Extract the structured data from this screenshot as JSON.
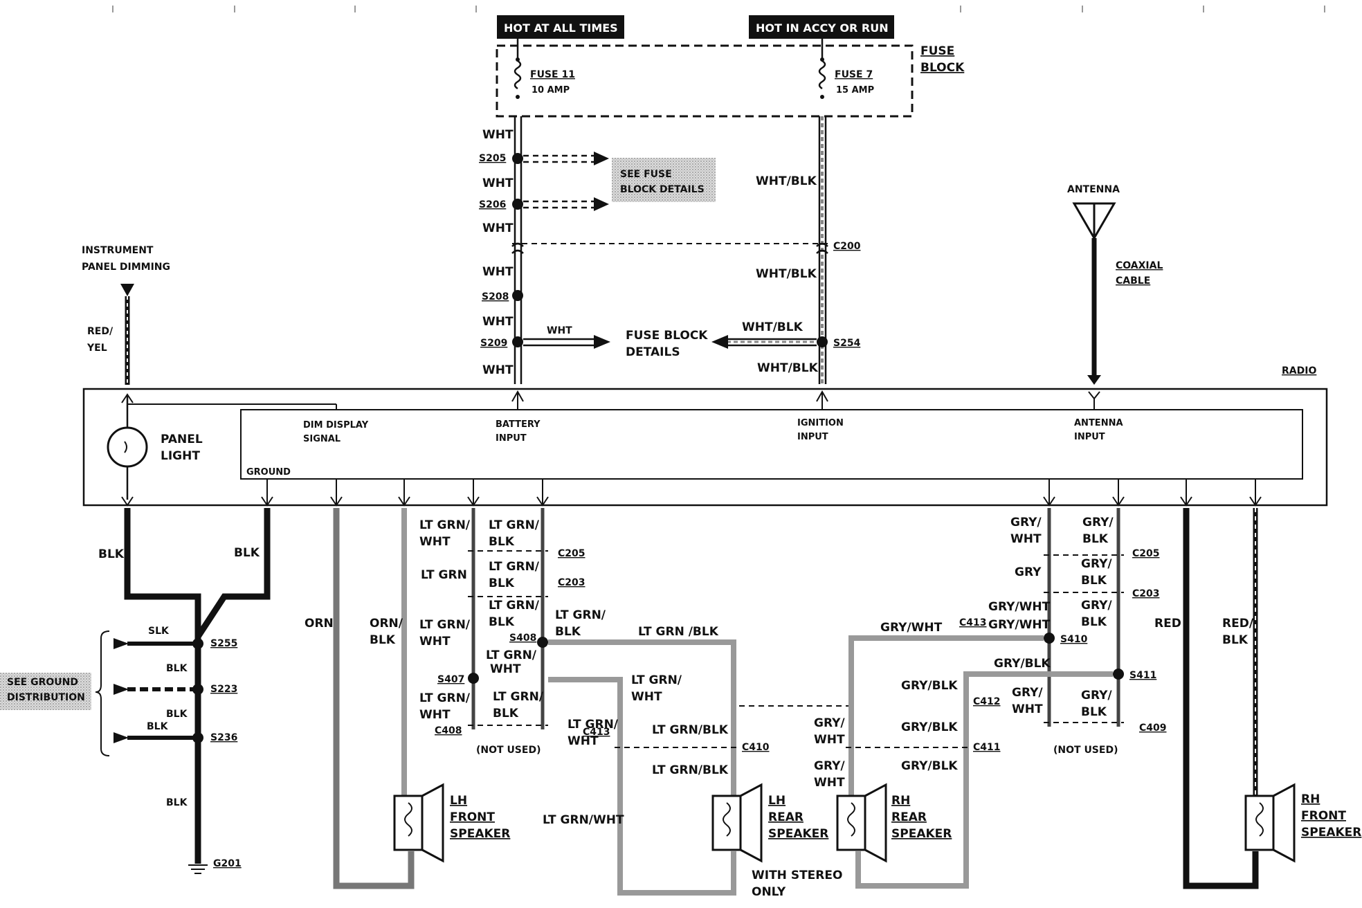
{
  "headers": {
    "hot_all_times": "HOT AT ALL TIMES",
    "hot_accy_run": "HOT IN ACCY OR RUN"
  },
  "fuse_block": {
    "label_line1": "FUSE",
    "label_line2": "BLOCK",
    "fuse11_name": "FUSE 11",
    "fuse11_rating": "10 AMP",
    "fuse7_name": "FUSE 7",
    "fuse7_rating": "15 AMP"
  },
  "see_fuse_block_details": {
    "line1": "SEE FUSE",
    "line2": "BLOCK DETAILS"
  },
  "fuse_block_details": {
    "line1": "FUSE BLOCK",
    "line2": "DETAILS"
  },
  "antenna": {
    "label": "ANTENNA",
    "cable_line1": "COAXIAL",
    "cable_line2": "CABLE"
  },
  "dimming": {
    "line1": "INSTRUMENT",
    "line2": "PANEL DIMMING",
    "wire1": "RED/",
    "wire2": "YEL"
  },
  "radio": {
    "label": "RADIO",
    "panel_light1": "PANEL",
    "panel_light2": "LIGHT",
    "ground": "GROUND",
    "dim1": "DIM DISPLAY",
    "dim2": "SIGNAL",
    "bat1": "BATTERY",
    "bat2": "INPUT",
    "ign1": "IGNITION",
    "ign2": "INPUT",
    "ant1": "ANTENNA",
    "ant2": "INPUT"
  },
  "wires": {
    "wht": "WHT",
    "wht_blk": "WHT/BLK",
    "blk": "BLK",
    "orn": "ORN",
    "orn_blk1": "ORN/",
    "orn_blk2": "BLK",
    "lt_grn": "LT GRN",
    "lt_grn_slash": "LT GRN/",
    "lt_grn_blk": "LT GRN/BLK",
    "lt_grn_blk_spaced": "LT GRN /BLK",
    "lt_grn_wht": "LT GRN/WHT",
    "gry": "GRY",
    "gry_slash": "GRY/",
    "gry_wht": "GRY/WHT",
    "gry_blk": "GRY/BLK",
    "red": "RED",
    "red_slash": "RED/",
    "wht_frag": "WHT",
    "blk_frag": "BLK",
    "slk": "SLK"
  },
  "splices": {
    "s205": "S205",
    "s206": "S206",
    "s208": "S208",
    "s209": "S209",
    "s254": "S254",
    "s255": "S255",
    "s223": "S223",
    "s236": "S236",
    "s407": "S407",
    "s408": "S408",
    "s410": "S410",
    "s411": "S411",
    "g201": "G201"
  },
  "connectors": {
    "c200": "C200",
    "c205": "C205",
    "c203": "C203",
    "c408": "C408",
    "c413": "C413",
    "c410": "C410",
    "c412": "C412",
    "c411": "C411",
    "c409": "C409"
  },
  "speakers": {
    "lh_front": [
      "LH",
      "FRONT",
      "SPEAKER"
    ],
    "lh_rear": [
      "LH",
      "REAR",
      "SPEAKER"
    ],
    "rh_rear": [
      "RH",
      "REAR",
      "SPEAKER"
    ],
    "rh_front": [
      "RH",
      "FRONT",
      "SPEAKER"
    ]
  },
  "notes": {
    "not_used": "(NOT USED)",
    "with_stereo1": "WITH STEREO",
    "with_stereo2": "ONLY",
    "see_ground1": "SEE GROUND",
    "see_ground2": "DISTRIBUTION"
  }
}
